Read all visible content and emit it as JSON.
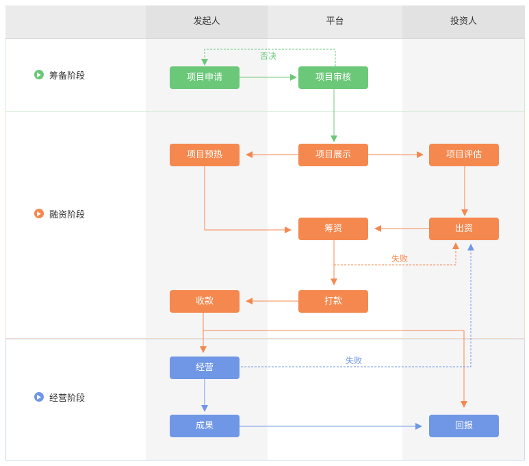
{
  "columns": {
    "faqiren": "发起人",
    "pingtai": "平台",
    "touzi": "投资人"
  },
  "stages": {
    "prep": "筹备阶段",
    "finance": "融资阶段",
    "operate": "经营阶段"
  },
  "nodes": {
    "xiangmu_shenqing": "项目申请",
    "xiangmu_shenhe": "项目审核",
    "xiangmu_yure": "项目预热",
    "xiangmu_zhanshi": "项目展示",
    "xiangmu_pinggu": "项目评估",
    "chouzi": "筹资",
    "chuzi": "出资",
    "shoukuan": "收款",
    "dakuan": "打款",
    "jingying": "经营",
    "chengguo": "成果",
    "huibao": "回报"
  },
  "notes": {
    "foujue": "否决",
    "shibai_finance": "失败",
    "shibai_operate": "失败"
  },
  "colors": {
    "green": "#6bc879",
    "orange": "#f5884e",
    "blue": "#6f97e6"
  }
}
